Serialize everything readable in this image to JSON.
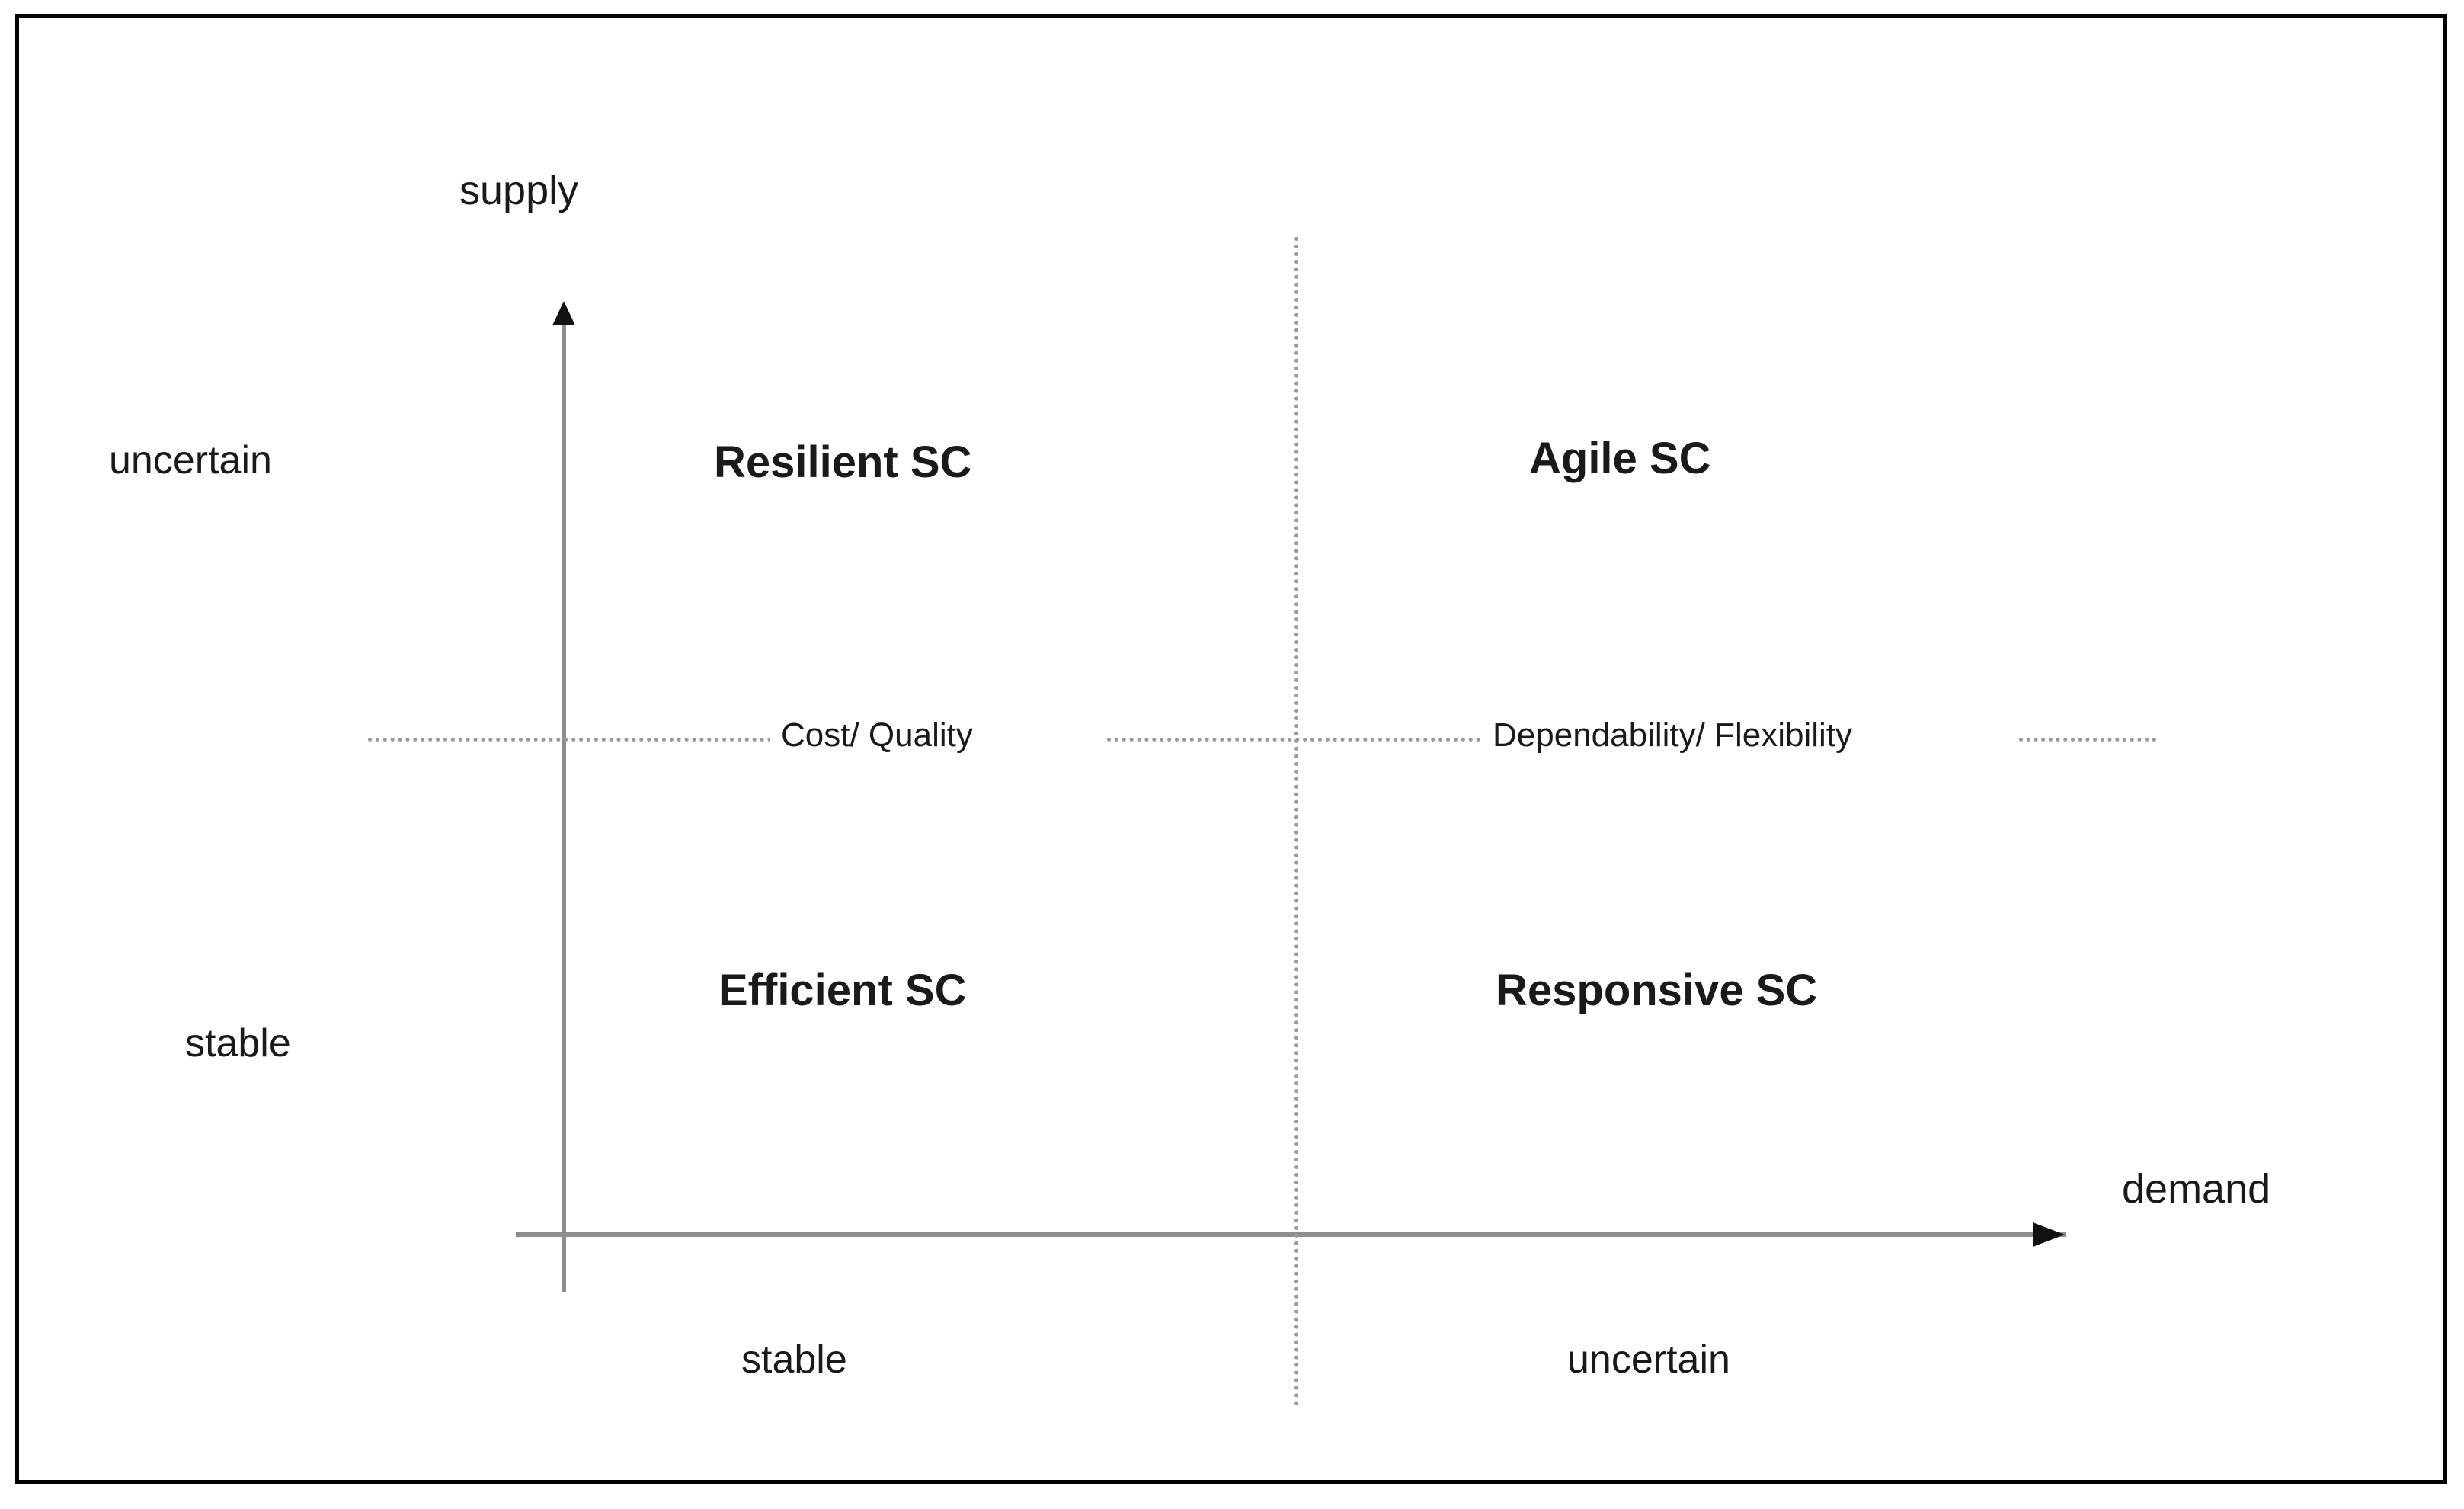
{
  "diagram": {
    "type": "2x2-matrix",
    "axes": {
      "y_label": "supply",
      "x_label": "demand",
      "y_scale": {
        "low": "stable",
        "high": "uncertain"
      },
      "x_scale": {
        "low": "stable",
        "high": "uncertain"
      }
    },
    "quadrants": [
      {
        "id": "top-left",
        "label": "Resilient SC",
        "supply": "uncertain",
        "demand": "stable"
      },
      {
        "id": "top-right",
        "label": "Agile SC",
        "supply": "uncertain",
        "demand": "uncertain"
      },
      {
        "id": "bottom-left",
        "label": "Efficient SC",
        "supply": "stable",
        "demand": "stable"
      },
      {
        "id": "bottom-right",
        "label": "Responsive SC",
        "supply": "stable",
        "demand": "uncertain"
      }
    ],
    "mid_labels": {
      "left": "Cost/ Quality",
      "right": "Dependability/  Flexibility"
    },
    "colors": {
      "frame": "#000000",
      "axis": "#8d8d8d",
      "arrow": "#111111",
      "divider": "#9a9a9a",
      "text": "#1a1a1a",
      "background": "#ffffff"
    }
  }
}
